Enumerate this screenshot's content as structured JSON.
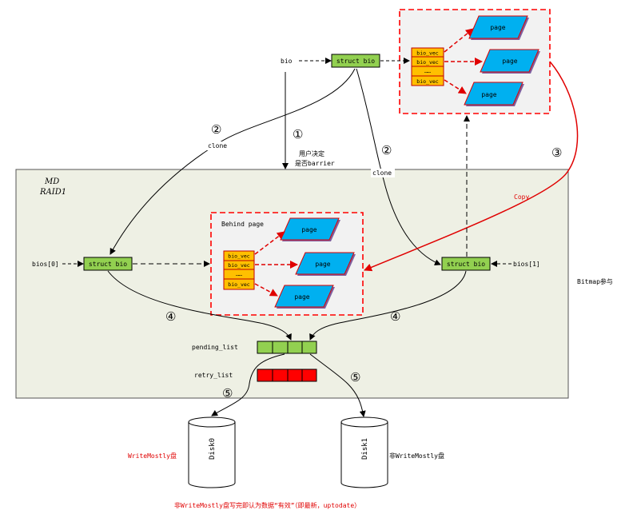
{
  "labels": {
    "bio": "bio",
    "struct_bio": "struct bio",
    "clone_left": "clone",
    "clone_right": "clone",
    "user_decide_line1": "用户决定",
    "user_decide_line2": "是否barrier",
    "md": "MD",
    "raid1": "RAID1",
    "behind_page": "Behind page",
    "copy": "Copy",
    "bios0": "bios[0]",
    "bios1": "bios[1]",
    "bitmap": "Bitmap参与",
    "pending_list": "pending_list",
    "retry_list": "retry_list",
    "disk0": "Disk0",
    "disk1": "Disk1",
    "writemostly": "WriteMostly盘",
    "non_writemostly": "非WriteMostly盘",
    "footnote": "非WriteMostly盘写完即认为数据“有效”（即最新，uptodate）",
    "page": "page",
    "bio_vec": "bio_vec",
    "ellipsis": "……"
  },
  "steps": {
    "s1": "①",
    "s2a": "②",
    "s2b": "②",
    "s3": "③",
    "s4a": "④",
    "s4b": "④",
    "s5a": "⑤",
    "s5b": "⑤"
  },
  "colors": {
    "green": "#92d050",
    "orange": "#ffc000",
    "cyan": "#00b0f0",
    "red": "#ff0000",
    "purple": "#9b59b6",
    "panel": "#eef0e4",
    "grey_box": "#f2f2f2"
  }
}
